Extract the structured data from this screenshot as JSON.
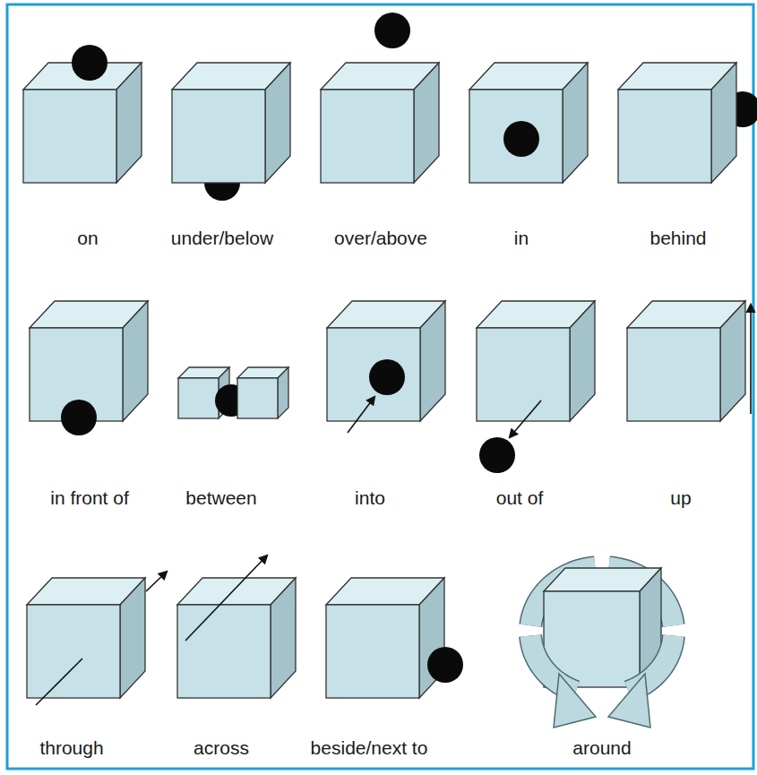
{
  "diagram": {
    "labels": [
      "on",
      "under/below",
      "over/above",
      "in",
      "behind",
      "in front of",
      "between",
      "into",
      "out of",
      "up",
      "through",
      "across",
      "beside/next to",
      "around"
    ]
  }
}
